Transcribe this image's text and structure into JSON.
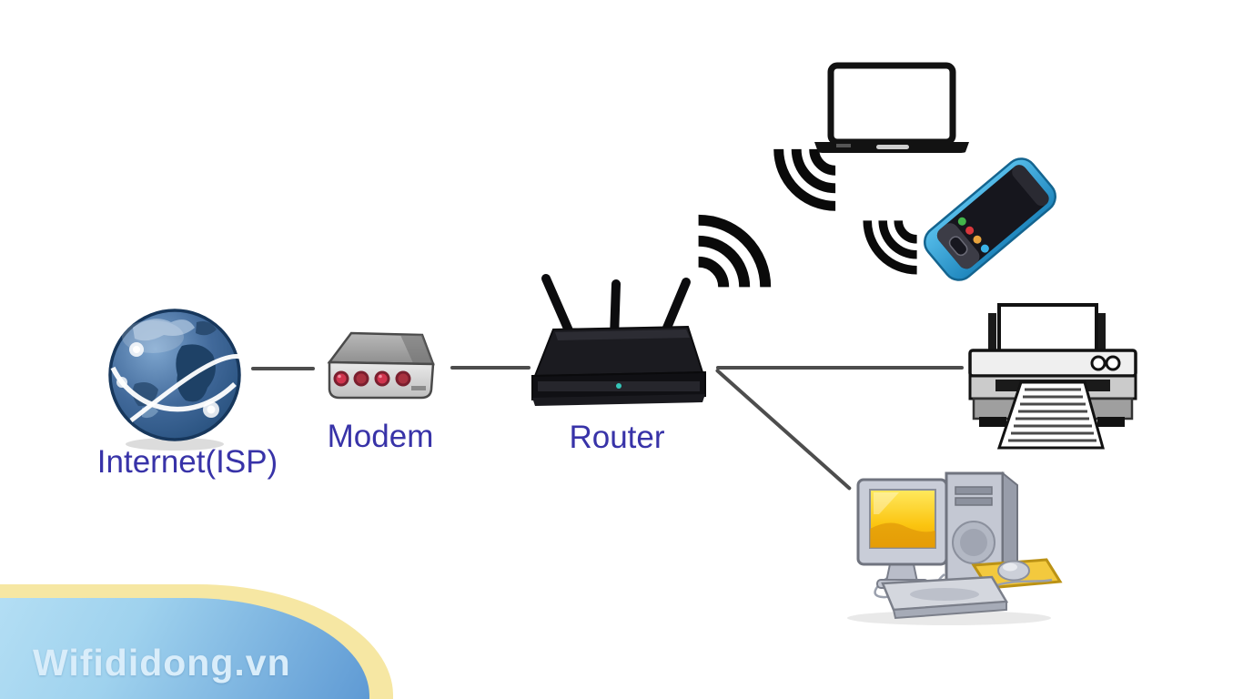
{
  "diagram": {
    "type": "network-topology",
    "description": "Home network diagram: internet service goes through a modem to a wireless router, which serves a laptop and smartphone over WiFi and a printer and desktop computer over wired links."
  },
  "nodes": {
    "internet": {
      "label": "Internet(ISP)",
      "type": "globe"
    },
    "modem": {
      "label": "Modem",
      "type": "modem",
      "indicator_lights": 4
    },
    "router": {
      "label": "Router",
      "type": "wireless-router",
      "antennas": 3
    },
    "laptop": {
      "label": "",
      "type": "laptop",
      "connection": "wireless"
    },
    "smartphone": {
      "label": "",
      "type": "smartphone",
      "connection": "wireless"
    },
    "printer": {
      "label": "",
      "type": "printer",
      "connection": "wired"
    },
    "desktop": {
      "label": "",
      "type": "desktop-computer",
      "connection": "wired"
    }
  },
  "connections": [
    {
      "from": "internet",
      "to": "modem",
      "type": "wired"
    },
    {
      "from": "modem",
      "to": "router",
      "type": "wired"
    },
    {
      "from": "router",
      "to": "printer",
      "type": "wired"
    },
    {
      "from": "router",
      "to": "desktop",
      "type": "wired"
    },
    {
      "from": "router",
      "to": "laptop",
      "type": "wireless"
    },
    {
      "from": "router",
      "to": "smartphone",
      "type": "wireless"
    }
  ],
  "watermark": {
    "text": "Wifididong.vn"
  },
  "colors": {
    "label_text": "#3833a8",
    "wire_line": "#4d4d4d",
    "wifi_arcs": "#0a0a0a",
    "modem_led_red": "#d1344e",
    "router_led_teal": "#35c6b8",
    "phone_body_blue": "#3aa7dd",
    "monitor_screen_yellow": "#f6b402",
    "mousepad_yellow": "#f3c93e",
    "watermark_border": "#f6e7a3",
    "watermark_fill_top": "#b3def4",
    "watermark_fill_bottom": "#5f9ad4",
    "watermark_text": "#d9edfa"
  }
}
